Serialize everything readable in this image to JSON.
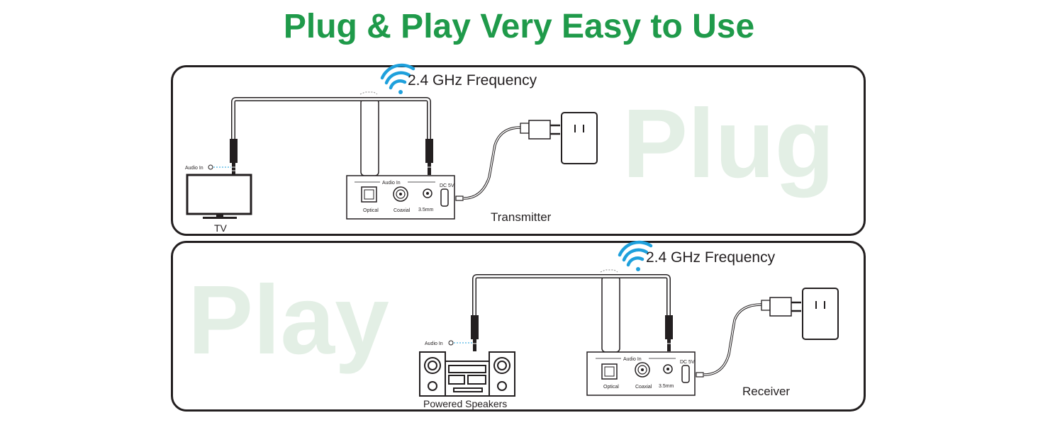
{
  "title": "Plug & Play Very Easy to Use",
  "colors": {
    "accent": "#1f9a4a",
    "watermark": "#e3efe5",
    "wifi": "#1ea0dc",
    "line": "#231f20"
  },
  "icons": [
    "wifi-signal-icon",
    "tv-icon",
    "wall-outlet-icon",
    "usb-power-adapter-icon",
    "stereo-speakers-icon",
    "audio-jack-icon"
  ],
  "top_panel": {
    "watermark": "Plug",
    "frequency_label": "2.4 GHz Frequency",
    "source_label": "TV",
    "source_port_label": "Audio In",
    "device_label": "Transmitter",
    "device_header": "Audio In",
    "ports": [
      "Optical",
      "Coaxial",
      "3.5mm"
    ],
    "power_label": "DC 5V"
  },
  "bottom_panel": {
    "watermark": "Play",
    "frequency_label": "2.4 GHz Frequency",
    "source_label": "Powered Speakers",
    "source_port_label": "Audio In",
    "device_label": "Receiver",
    "device_header": "Audio In",
    "ports": [
      "Optical",
      "Coaxial",
      "3.5mm"
    ],
    "power_label": "DC 5V"
  }
}
